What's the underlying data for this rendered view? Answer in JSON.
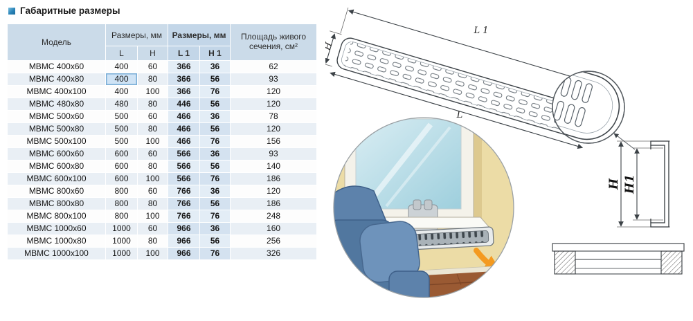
{
  "title": "Габаритные размеры",
  "table": {
    "col_model": "Модель",
    "col_sizes_lh": "Размеры, мм",
    "col_sizes_l1h1": "Размеры, мм",
    "col_area": "Площадь живого сечения, см²",
    "sub_headers": [
      "L",
      "H",
      "L 1",
      "H 1"
    ],
    "rows": [
      {
        "model": "МВМС 400x60",
        "L": "400",
        "H": "60",
        "L1": "366",
        "H1": "36",
        "area": "62"
      },
      {
        "model": "МВМС 400x80",
        "L": "400",
        "H": "80",
        "L1": "366",
        "H1": "56",
        "area": "93"
      },
      {
        "model": "МВМС 400x100",
        "L": "400",
        "H": "100",
        "L1": "366",
        "H1": "76",
        "area": "120"
      },
      {
        "model": "МВМС 480x80",
        "L": "480",
        "H": "80",
        "L1": "446",
        "H1": "56",
        "area": "120"
      },
      {
        "model": "МВМС 500x60",
        "L": "500",
        "H": "60",
        "L1": "466",
        "H1": "36",
        "area": "78"
      },
      {
        "model": "МВМС 500x80",
        "L": "500",
        "H": "80",
        "L1": "466",
        "H1": "56",
        "area": "120"
      },
      {
        "model": "МВМС 500x100",
        "L": "500",
        "H": "100",
        "L1": "466",
        "H1": "76",
        "area": "156"
      },
      {
        "model": "МВМС 600x60",
        "L": "600",
        "H": "60",
        "L1": "566",
        "H1": "36",
        "area": "93"
      },
      {
        "model": "МВМС 600x80",
        "L": "600",
        "H": "80",
        "L1": "566",
        "H1": "56",
        "area": "140"
      },
      {
        "model": "МВМС 600x100",
        "L": "600",
        "H": "100",
        "L1": "566",
        "H1": "76",
        "area": "186"
      },
      {
        "model": "МВМС 800x60",
        "L": "800",
        "H": "60",
        "L1": "766",
        "H1": "36",
        "area": "120"
      },
      {
        "model": "МВМС 800x80",
        "L": "800",
        "H": "80",
        "L1": "766",
        "H1": "56",
        "area": "186"
      },
      {
        "model": "МВМС 800x100",
        "L": "800",
        "H": "100",
        "L1": "766",
        "H1": "76",
        "area": "248"
      },
      {
        "model": "МВМС 1000x60",
        "L": "1000",
        "H": "60",
        "L1": "966",
        "H1": "36",
        "area": "160"
      },
      {
        "model": "МВМС 1000x80",
        "L": "1000",
        "H": "80",
        "L1": "966",
        "H1": "56",
        "area": "256"
      },
      {
        "model": "МВМС 1000x100",
        "L": "1000",
        "H": "100",
        "L1": "966",
        "H1": "76",
        "area": "326"
      }
    ],
    "highlight_cell": {
      "row_index": 1,
      "column": "L"
    }
  },
  "diagram": {
    "dim_L1": "L 1",
    "dim_L": "L",
    "dim_H_grille": "H",
    "dim_H_profile": "H",
    "dim_H1_profile": "H1"
  }
}
